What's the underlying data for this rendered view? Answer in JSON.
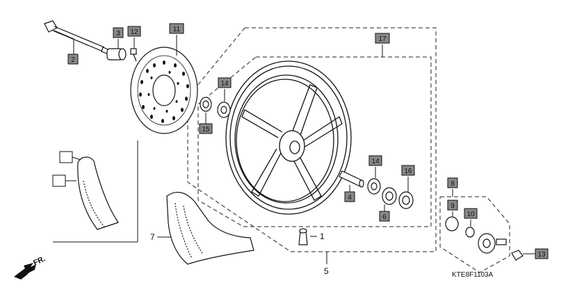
{
  "diagram": {
    "code": "KTE8F1103A",
    "direction_label": "FR.",
    "callouts": [
      {
        "id": "c2",
        "text": "2"
      },
      {
        "id": "c3",
        "text": "3"
      },
      {
        "id": "c12",
        "text": "12"
      },
      {
        "id": "c11",
        "text": "11"
      },
      {
        "id": "c17",
        "text": "17"
      },
      {
        "id": "c14a",
        "text": "14"
      },
      {
        "id": "c15",
        "text": "15"
      },
      {
        "id": "c14b",
        "text": "14"
      },
      {
        "id": "c16",
        "text": "16"
      },
      {
        "id": "c4",
        "text": "4"
      },
      {
        "id": "c6",
        "text": "6"
      },
      {
        "id": "c8",
        "text": "8"
      },
      {
        "id": "c9",
        "text": "9"
      },
      {
        "id": "c10",
        "text": "10"
      },
      {
        "id": "c13",
        "text": "13"
      },
      {
        "id": "blankA",
        "text": ""
      },
      {
        "id": "blankB",
        "text": ""
      }
    ],
    "plain_labels": [
      {
        "id": "l7",
        "text": "7"
      },
      {
        "id": "l1",
        "text": "1"
      },
      {
        "id": "l5",
        "text": "5"
      }
    ]
  }
}
